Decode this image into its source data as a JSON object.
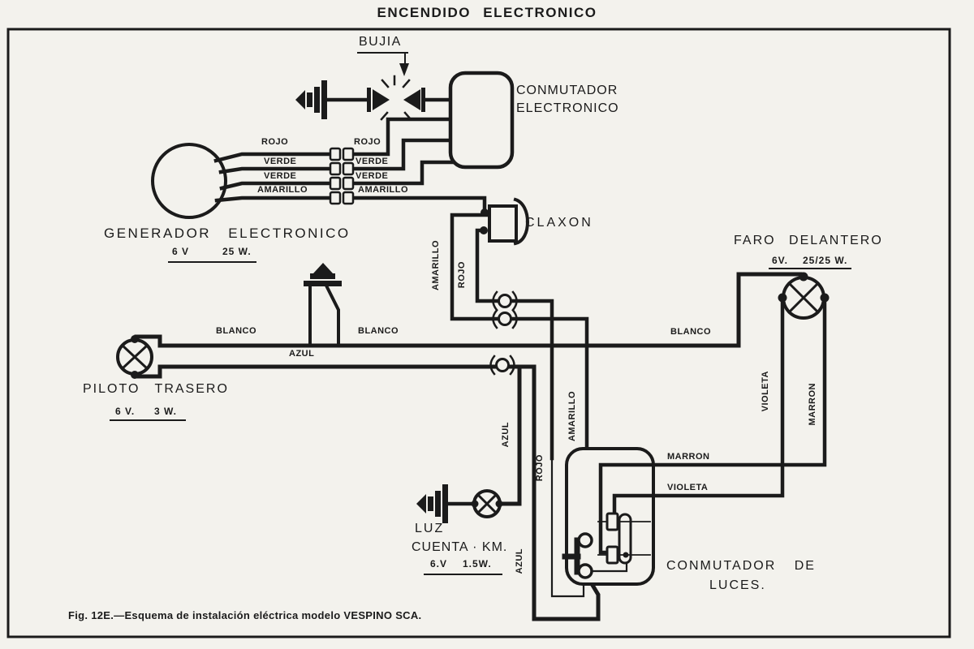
{
  "title": "ENCENDIDO ELECTRONICO",
  "caption": "Fig. 12E.—Esquema de instalación eléctrica modelo VESPINO SCA.",
  "colors": {
    "ink": "#1b1b1b",
    "paper": "#f3f2ed"
  },
  "components": {
    "bujia": "BUJIA",
    "conmutador_electronico": {
      "line1": "CONMUTADOR",
      "line2": "ELECTRONICO"
    },
    "generador": {
      "name": "GENERADOR ELECTRONICO",
      "volt": "6 V",
      "watt": "25 W."
    },
    "claxon": "CLAXON",
    "faro": {
      "name": "FARO DELANTERO",
      "volt": "6V.",
      "watt": "25/25 W."
    },
    "piloto": {
      "name": "PILOTO TRASERO",
      "volt": "6 V.",
      "watt": "3 W."
    },
    "luz_cuenta_km": {
      "line1": "LUZ",
      "line2": "CUENTA · KM.",
      "volt": "6.V",
      "watt": "1.5W."
    },
    "conmutador_luces": {
      "line1": "CONMUTADOR DE",
      "line2": "LUCES."
    }
  },
  "wires": {
    "rojo": "ROJO",
    "verde": "VERDE",
    "amarillo": "AMARILLO",
    "blanco": "BLANCO",
    "azul": "AZUL",
    "marron": "MARRON",
    "violeta": "VIOLETA"
  }
}
